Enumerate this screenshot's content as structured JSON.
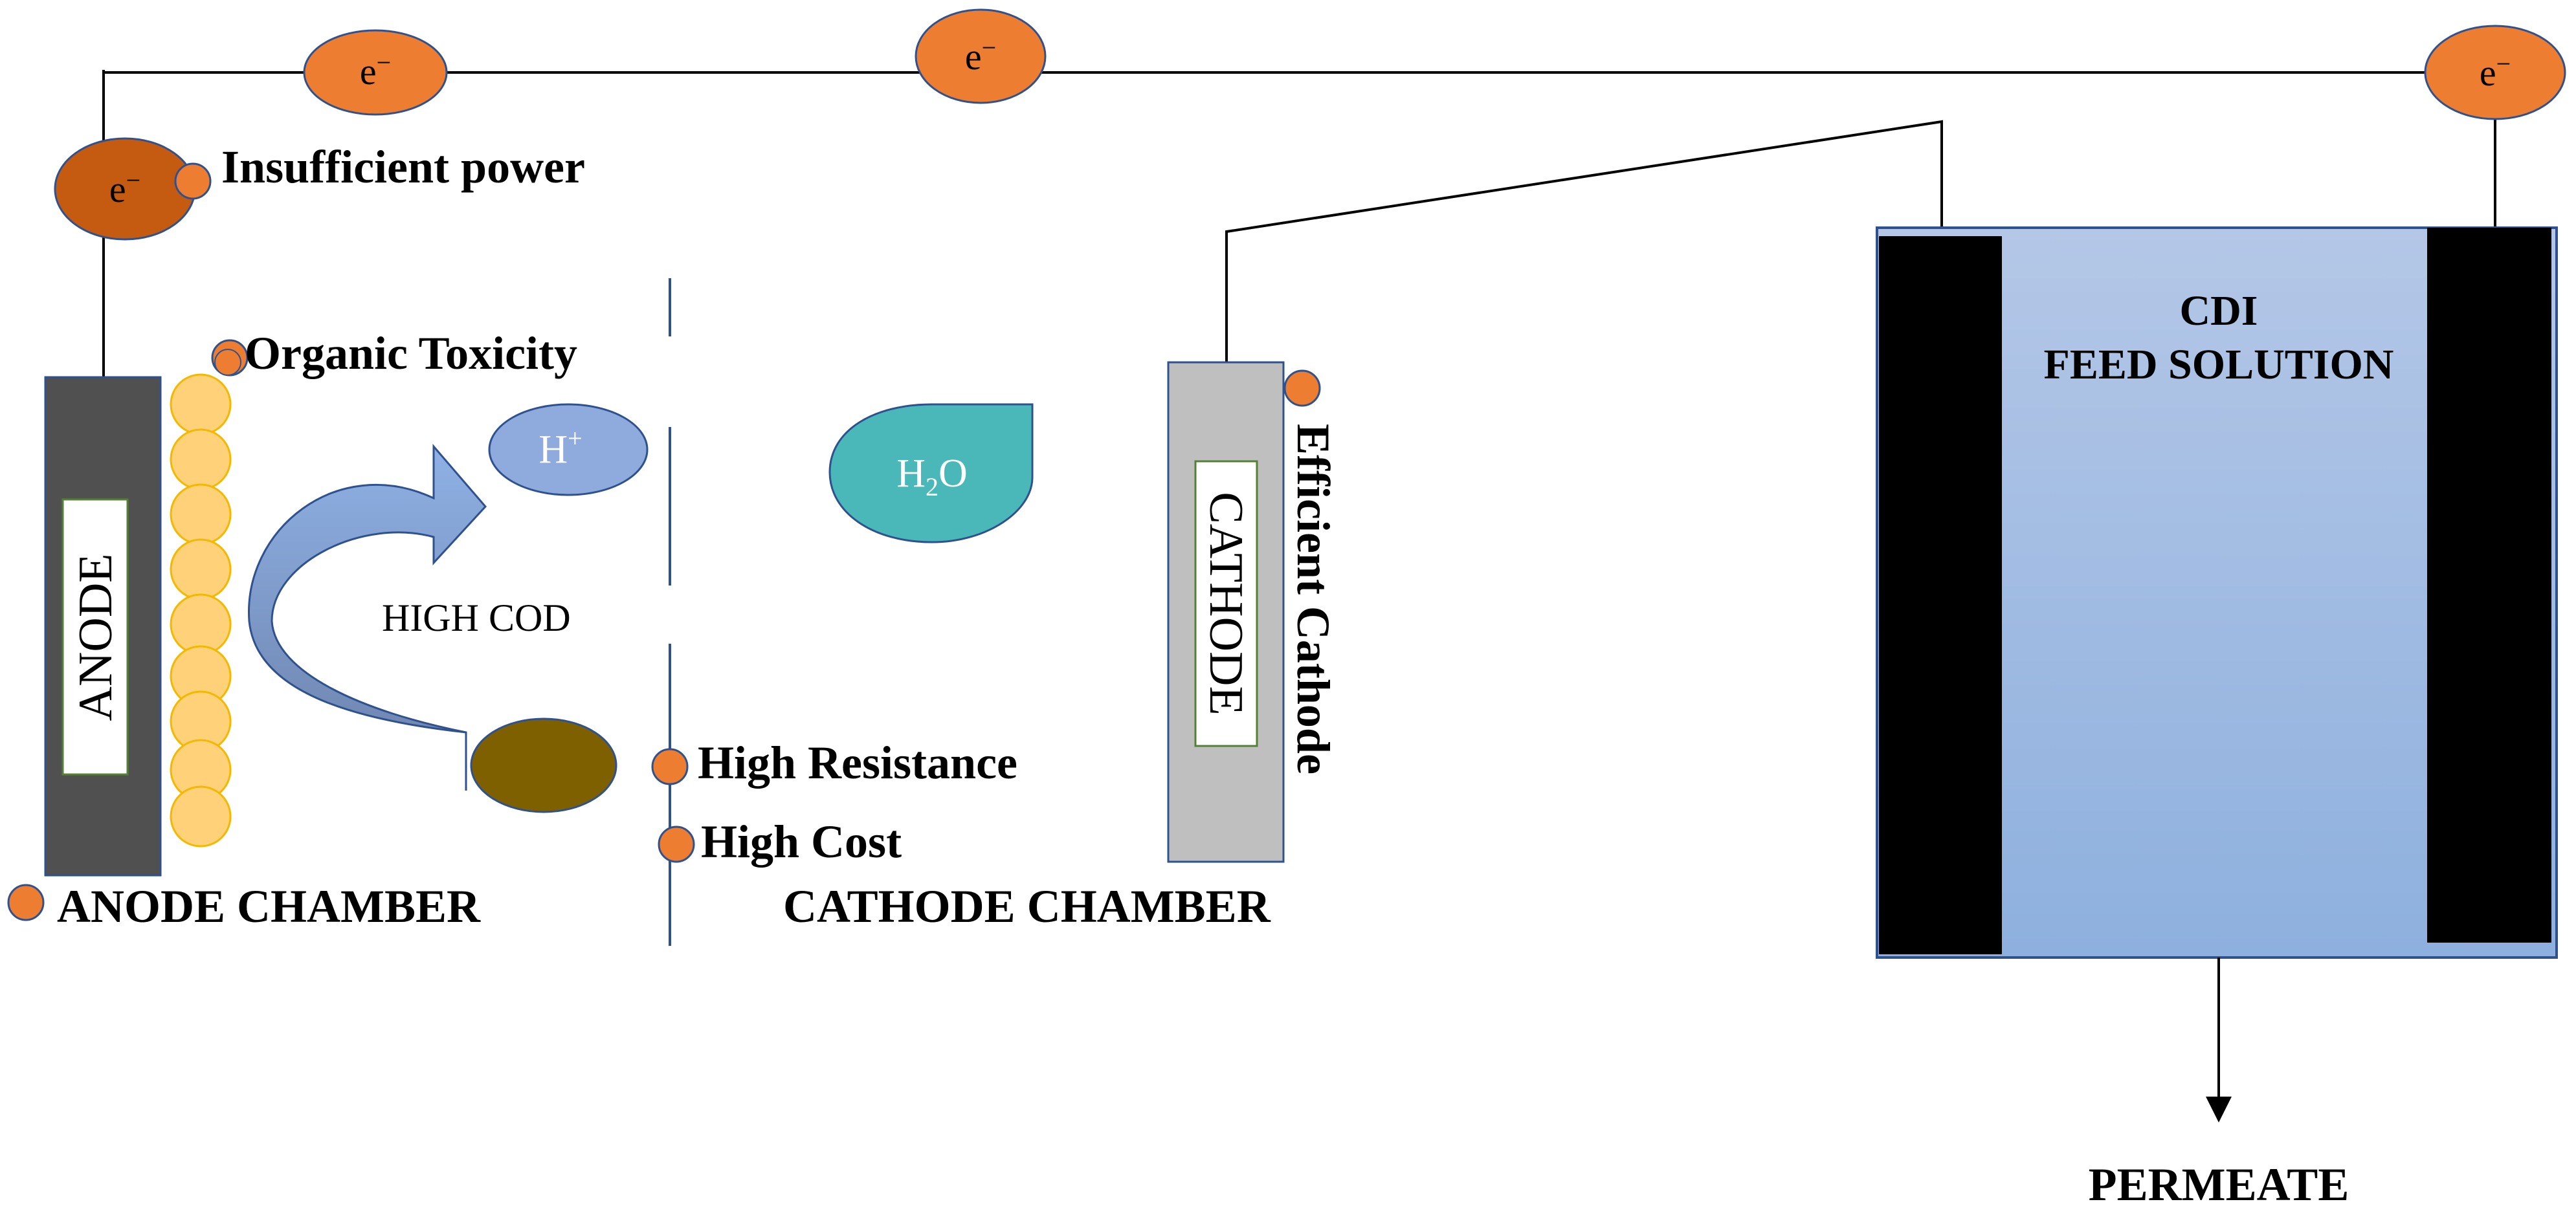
{
  "electron_symbol": "e",
  "electron_charge": "−",
  "anode": {
    "label": "ANODE",
    "chamber": "ANODE CHAMBER"
  },
  "cathode": {
    "label": "CATHODE",
    "chamber": "CATHODE CHAMBER"
  },
  "annotations": {
    "insufficient_power": "Insufficient power",
    "organic_toxicity": "Organic Toxicity",
    "high_resistance": "High Resistance",
    "high_cost": "High Cost",
    "efficient_cathode": "Efficient Cathode"
  },
  "species": {
    "proton_base": "H",
    "proton_sup": "+",
    "water_h": "H",
    "water_sub": "2",
    "water_o": "O"
  },
  "high_cod": "HIGH COD",
  "cdi": {
    "line1": "CDI",
    "line2": "FEED SOLUTION"
  },
  "permeate": "PERMEATE",
  "colors": {
    "electron": "#ed7d31",
    "electron_dark": "#c55a11",
    "anode": "#505050",
    "bacteria": "#ffd27a",
    "arrow": "#7f98cc",
    "proton": "#8faadc",
    "water": "#4ab8b8",
    "organic_particle": "#7f6000",
    "cathode": "#bfbfbf",
    "cdi_top": "#b4c7e7",
    "cdi_bottom": "#8eb0de"
  }
}
